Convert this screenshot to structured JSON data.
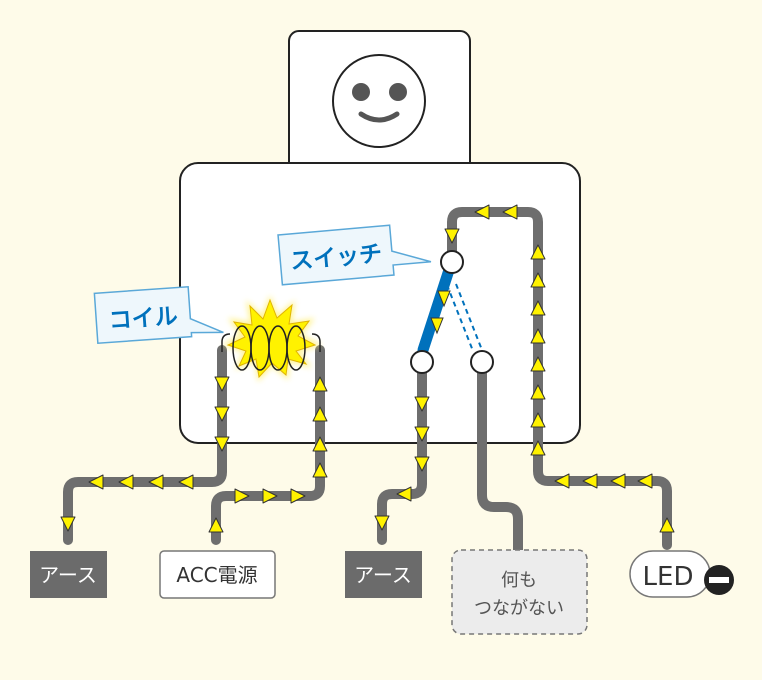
{
  "labels": {
    "coil": "コイル",
    "switch": "スイッチ"
  },
  "terminals": {
    "earth_left": "アース",
    "acc_power": "ACC電源",
    "earth_right": "アース",
    "not_connected_line1": "何も",
    "not_connected_line2": "つながない",
    "led": "LED"
  },
  "colors": {
    "background": "#fefbe9",
    "wire": "#6e6e6e",
    "arrow_fill": "#fff200",
    "switch_blade": "#0071bc",
    "callout_border": "#5aa8d8",
    "callout_fill": "#eef7fc",
    "callout_text": "#0071bc",
    "earth_box": "#6b6b6b",
    "outline": "#222222"
  },
  "icons": [
    "smiley-face-icon",
    "coil-spark-icon",
    "minus-circle-icon"
  ]
}
